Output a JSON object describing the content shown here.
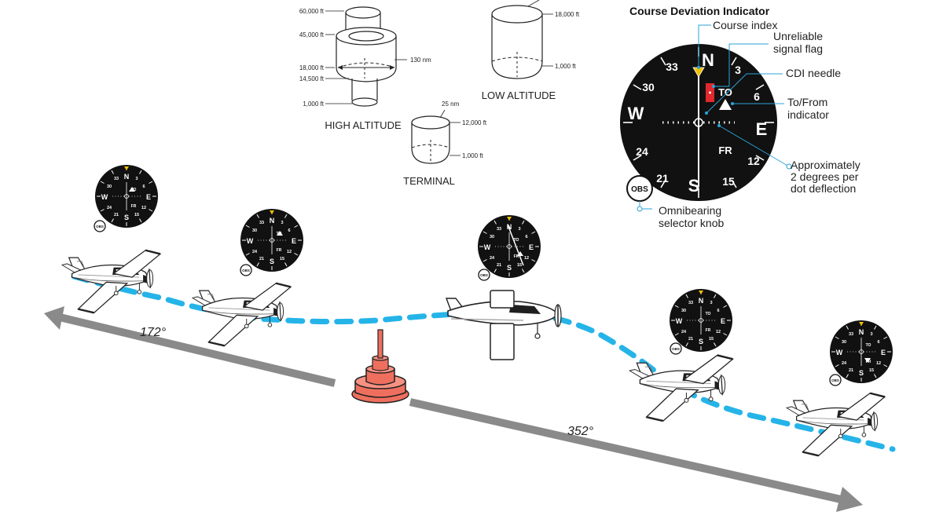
{
  "airspace": {
    "high_altitude": {
      "title": "HIGH ALTITUDE",
      "alt_60000": "60,000 ft",
      "alt_45000": "45,000 ft",
      "alt_18000": "18,000 ft",
      "alt_14500": "14,500 ft",
      "alt_1000": "1,000 ft",
      "radius": "130 nm"
    },
    "low_altitude": {
      "title": "LOW ALTITUDE",
      "alt_18000": "18,000 ft",
      "alt_1000": "1,000 ft"
    },
    "terminal": {
      "title": "TERMINAL",
      "radius": "25 nm",
      "alt_12000": "12,000 ft",
      "alt_1000": "1,000 ft"
    }
  },
  "cdi": {
    "title": "Course Deviation Indicator",
    "callouts": {
      "course_index": "Course index",
      "unreliable_1": "Unreliable",
      "unreliable_2": "signal flag",
      "cdi_needle": "CDI needle",
      "tofrom_1": "To/From",
      "tofrom_2": "indicator",
      "approx_1": "Approximately",
      "approx_2": "2 degrees per",
      "approx_3": "dot deflection",
      "obs_1": "Omnibearing",
      "obs_2": "selector knob"
    },
    "dial": {
      "n": "N",
      "e": "E",
      "s": "S",
      "w": "W",
      "n3": "3",
      "n6": "6",
      "n12": "12",
      "n15": "15",
      "n21": "21",
      "n24": "24",
      "n30": "30",
      "n33": "33",
      "to": "TO",
      "fr": "FR",
      "obs": "OBS"
    }
  },
  "course": {
    "heading_left": "172°",
    "heading_right": "352°"
  },
  "colors": {
    "flight_path": "#25b4e8",
    "course_arrow": "#8a8a8a",
    "vor_station": "#ef6f5e",
    "flag": "#e0282d",
    "index": "#f2c200"
  }
}
